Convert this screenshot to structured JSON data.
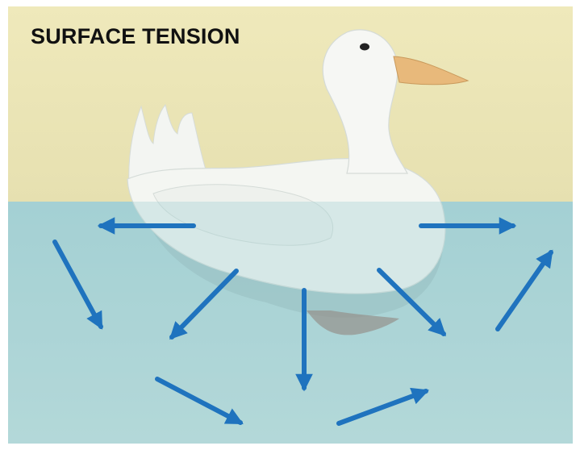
{
  "title": "SURFACE TENSION",
  "colors": {
    "sky": "#ece6b4",
    "water": "#a9d3d6",
    "arrow": "#1f73be",
    "duck_body": "#f4f6f2",
    "beak": "#e8b97b"
  },
  "icons": [
    "duck-illustration",
    "force-arrow"
  ],
  "arrows": [
    {
      "name": "arrow-left-surface"
    },
    {
      "name": "arrow-right-surface"
    },
    {
      "name": "arrow-upper-left-down"
    },
    {
      "name": "arrow-down-left"
    },
    {
      "name": "arrow-straight-down"
    },
    {
      "name": "arrow-down-right"
    },
    {
      "name": "arrow-up-right-side"
    },
    {
      "name": "arrow-bottom-left-down-right"
    },
    {
      "name": "arrow-bottom-right-up-right"
    }
  ]
}
